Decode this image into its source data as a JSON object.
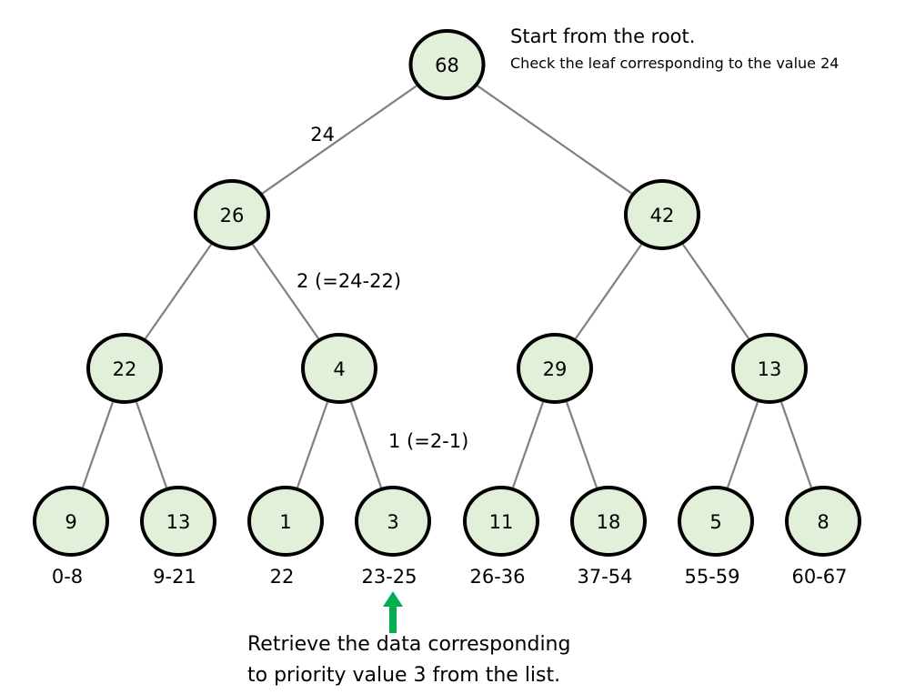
{
  "tree": {
    "root": {
      "value": "68",
      "children": [
        {
          "value": "26",
          "edge_label": "24",
          "children": [
            {
              "value": "22",
              "children": [
                {
                  "value": "9",
                  "range": "0-8"
                },
                {
                  "value": "13",
                  "range": "9-21"
                }
              ]
            },
            {
              "value": "4",
              "edge_label": "2 (=24-22)",
              "children": [
                {
                  "value": "1",
                  "range": "22"
                },
                {
                  "value": "3",
                  "range": "23-25",
                  "edge_label": "1 (=2-1)",
                  "highlight": true
                }
              ]
            }
          ]
        },
        {
          "value": "42",
          "children": [
            {
              "value": "29",
              "children": [
                {
                  "value": "11",
                  "range": "26-36"
                },
                {
                  "value": "18",
                  "range": "37-54"
                }
              ]
            },
            {
              "value": "13",
              "children": [
                {
                  "value": "5",
                  "range": "55-59"
                },
                {
                  "value": "8",
                  "range": "60-67"
                }
              ]
            }
          ]
        }
      ]
    }
  },
  "notes": {
    "top_line1": "Start from the root.",
    "top_line2": "Check the leaf corresponding to the value 24",
    "bottom_line1": "Retrieve the data corresponding",
    "bottom_line2": "to priority value 3 from the list."
  },
  "colors": {
    "node_fill": "#e2f0d9",
    "node_stroke": "#000000",
    "edge": "#808080",
    "arrow": "#00b050"
  }
}
